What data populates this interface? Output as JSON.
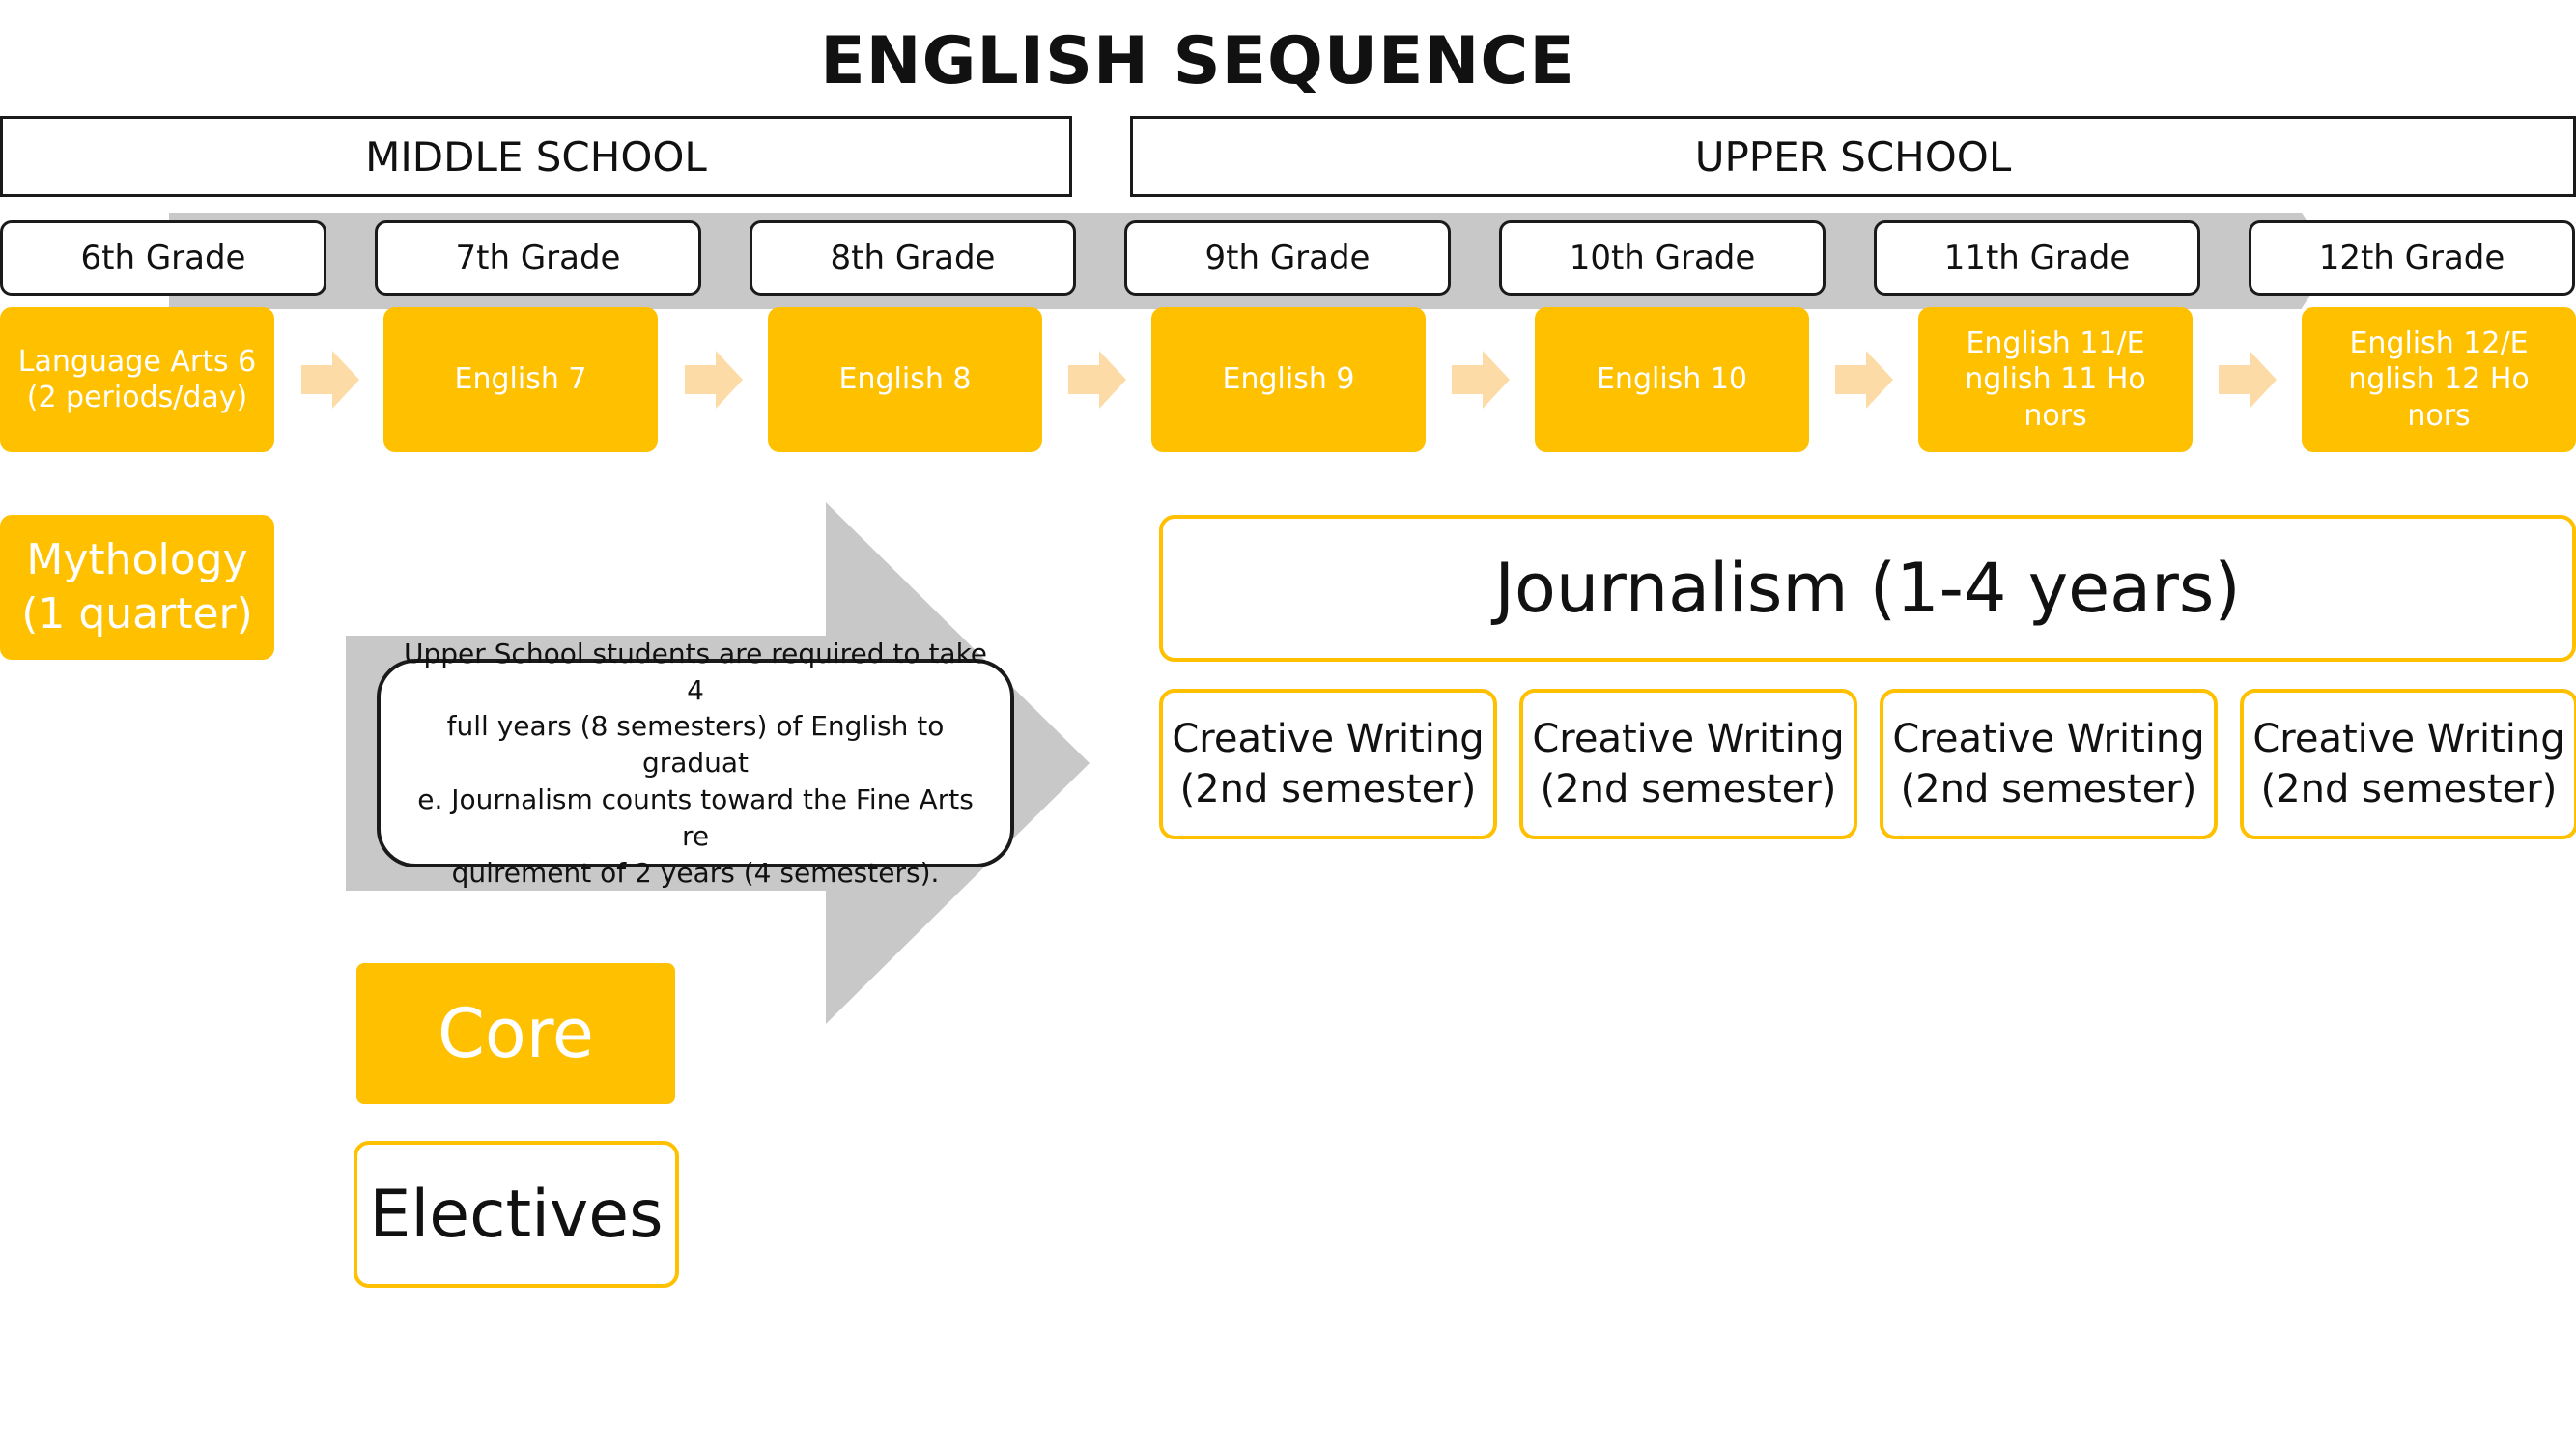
{
  "title": "ENGLISH SEQUENCE",
  "schools": {
    "middle": "MIDDLE SCHOOL",
    "upper": "UPPER SCHOOL"
  },
  "grades": [
    "6th Grade",
    "7th Grade",
    "8th Grade",
    "9th Grade",
    "10th Grade",
    "11th Grade",
    "12th Grade"
  ],
  "core_courses": [
    {
      "line1": "Language Arts 6",
      "line2": "(2 periods/day)"
    },
    {
      "line1": "English 7"
    },
    {
      "line1": "English 8"
    },
    {
      "line1": "English 9"
    },
    {
      "line1": "English 10"
    },
    {
      "line1": "English  11/E",
      "line2": "nglish 11  Ho",
      "line3": "nors"
    },
    {
      "line1": "English  12/E",
      "line2": "nglish 12  Ho",
      "line3": "nors"
    }
  ],
  "mythology": {
    "line1": "Mythology",
    "line2": "(1 quarter)"
  },
  "journalism": "Journalism (1-4 years)",
  "creative_writing": [
    {
      "line1": "Creative Writing",
      "line2": "(2nd semester)"
    },
    {
      "line1": "Creative Writing",
      "line2": "(2nd semester)"
    },
    {
      "line1": "Creative Writing",
      "line2": "(2nd semester)"
    },
    {
      "line1": "Creative Writing",
      "line2": "(2nd semester)"
    }
  ],
  "note": {
    "line1": "Upper School students are required to take 4",
    "line2": "full years (8 semesters) of English to  graduat",
    "line3": "e. Journalism counts toward the Fine  Arts re",
    "line4": "quirement of 2 years (4 semesters)."
  },
  "legend": {
    "core": "Core",
    "electives": "Electives"
  },
  "colors": {
    "core": "#FFC000",
    "chevron": "#FDDBA6",
    "arrow": "#C8C8C8",
    "border": "#1A1A1A"
  }
}
